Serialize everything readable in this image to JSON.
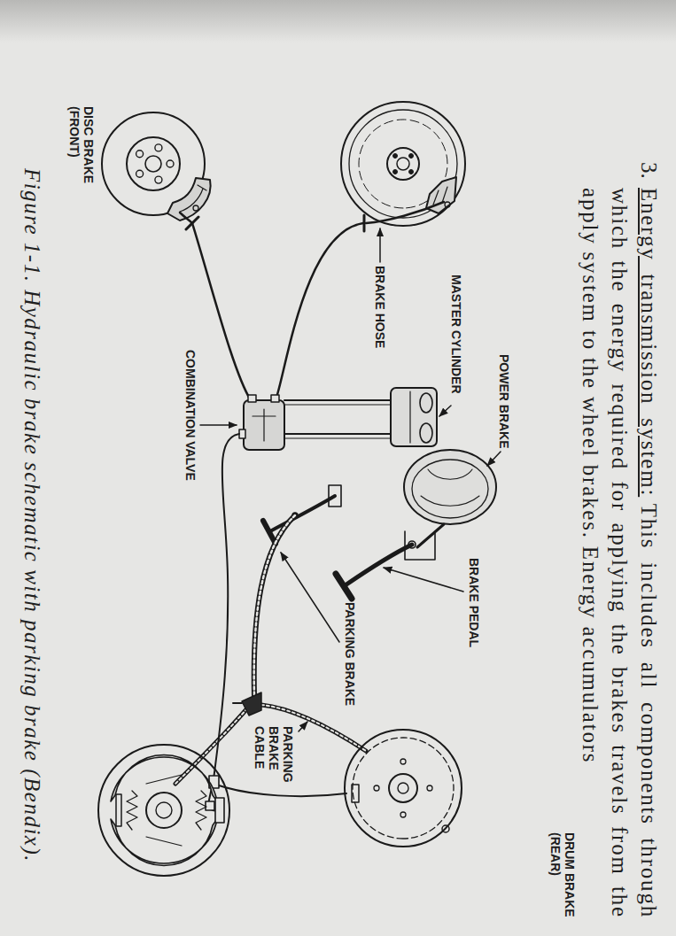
{
  "diagram": {
    "caption": "Figure 1-1. Hydraulic brake schematic with parking brake (Bendix).",
    "labels": [
      "3.",
      "Energy transmission system:",
      "This includes all components through which the energy required for applying the brakes travels from the apply system to the wheel brakes. Energy accumulators",
      "POWER BRAKE",
      "MASTER CYLINDER",
      "BRAKE HOSE",
      "COMBINATION VALVE",
      "BRAKE PEDAL",
      "PARKING BRAKE",
      "PARKING BRAKE CABLE",
      "DRUM BRAKE (REAR)",
      "DISC BRAKE (FRONT)"
    ]
  }
}
